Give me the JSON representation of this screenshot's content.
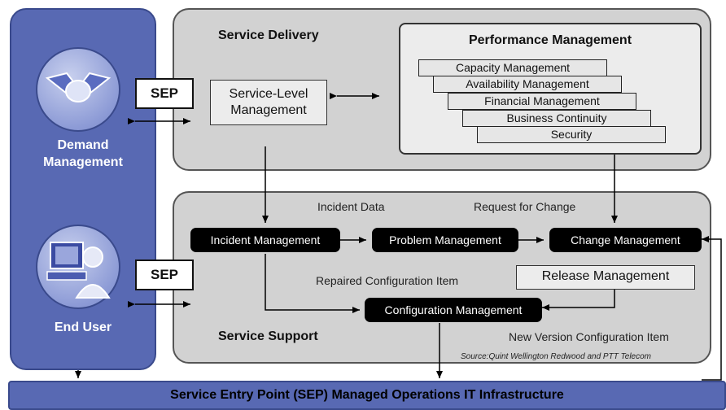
{
  "demand": {
    "label_line1": "Demand",
    "label_line2": "Management",
    "sep": "SEP"
  },
  "enduser": {
    "label": "End User",
    "sep": "SEP"
  },
  "delivery": {
    "title": "Service Delivery",
    "slm_line1": "Service-Level",
    "slm_line2": "Management",
    "performance": {
      "title": "Performance Management",
      "items": [
        "Capacity Management",
        "Availability Management",
        "Financial Management",
        "Business Continuity",
        "Security"
      ]
    }
  },
  "support": {
    "title": "Service Support",
    "incident": "Incident Management",
    "problem": "Problem Management",
    "change": "Change Management",
    "release": "Release Management",
    "configuration": "Configuration Management",
    "incident_data": "Incident Data",
    "rfc": "Request for Change",
    "repaired": "Repaired Configuration Item",
    "new_version": "New Version Configuration Item",
    "source": "Source:Quint Wellington Redwood and PTT Telecom"
  },
  "infrastructure": "Service Entry Point (SEP) Managed Operations IT Infrastructure",
  "colors": {
    "panel_blue": "#5869b3",
    "panel_gray": "#d2d2d2",
    "pill_black": "#000000"
  },
  "icons": {
    "demand": "handshake-icon",
    "enduser": "user-computer-icon"
  }
}
